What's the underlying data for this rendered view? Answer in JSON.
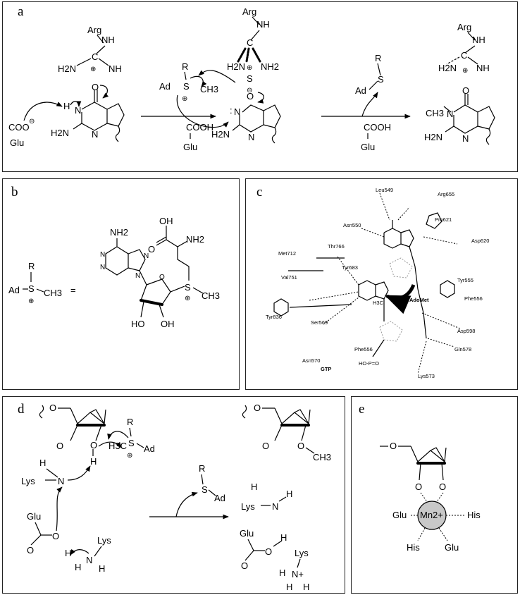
{
  "panels": {
    "a": "a",
    "b": "b",
    "c": "c",
    "d": "d",
    "e": "e"
  },
  "a": {
    "arg": "Arg",
    "nh": "NH",
    "c": "C",
    "plus": "⊕",
    "h2n": "H2N",
    "nh2": "NH2",
    "nh2b": "NH2",
    "glu": "Glu",
    "coo": "COO",
    "minus": "⊖",
    "h": "H",
    "n": "N",
    "o": "O",
    "r": "R",
    "ad": "Ad",
    "s": "S",
    "ch3": "CH3",
    "cooh": "COOH",
    "ch3b": "CH3",
    "lone": ":"
  },
  "b": {
    "r": "R",
    "ad": "Ad",
    "s": "S",
    "ch3": "CH3",
    "eq": "=",
    "nh2": "NH2",
    "oh": "OH",
    "ho": "HO",
    "n": "N",
    "o": "O",
    "plus": "⊕"
  },
  "c": {
    "leu549": "Leu549",
    "arg655": "Arg655",
    "asn550": "Asn550",
    "pro621": "Pro621",
    "asp620": "Asp620",
    "met712": "Met712",
    "thr766": "Thr766",
    "tyr683": "Tyr683",
    "tyr555": "Tyr555",
    "val751": "Val751",
    "phe556a": "Phe556",
    "adomet": "AdoMet",
    "tyr836": "Tyr836",
    "ser569": "Ser569",
    "asp598": "Asp598",
    "asn570": "Asn570",
    "phe556b": "Phe556",
    "gln578": "Gln578",
    "lys573": "Lys573",
    "gtp": "GTP",
    "h3c": "H3C",
    "ho_p": "HO-P=O"
  },
  "d": {
    "r": "R",
    "s": "S",
    "h3c": "H3C",
    "ad": "Ad",
    "o": "O",
    "h": "H",
    "lys": "Lys",
    "n": "N",
    "glu": "Glu",
    "ch3": "CH3",
    "nplus": "N+",
    "plus": "⊕"
  },
  "e": {
    "mn": "Mn2+",
    "glu1": "Glu",
    "glu2": "Glu",
    "his1": "His",
    "his2": "His",
    "o": "O"
  }
}
